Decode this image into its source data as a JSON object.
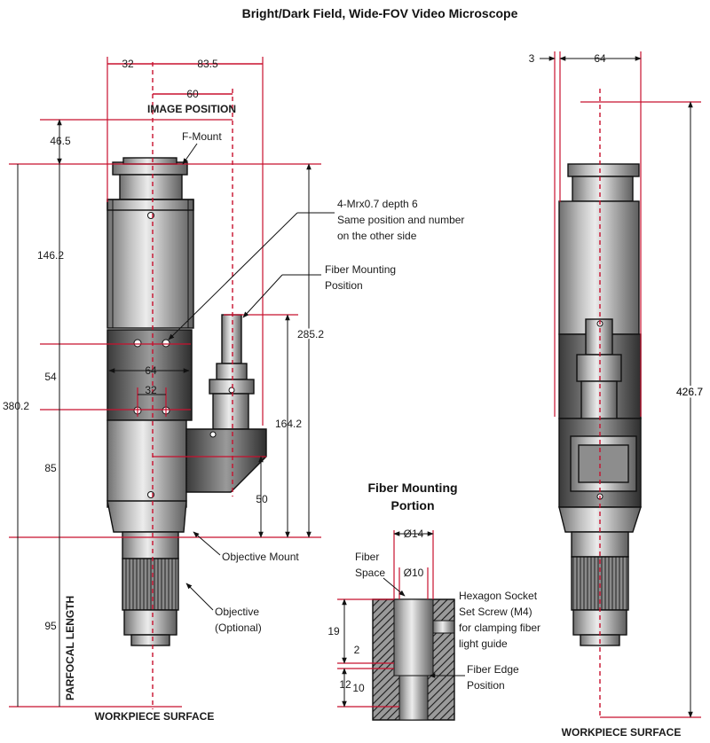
{
  "title": "Bright/Dark Field, Wide-FOV Video Microscope",
  "front_view": {
    "dims": {
      "d32": "32",
      "d83_5": "83.5",
      "d60": "60",
      "image_position": "IMAGE POSITION",
      "d46_5": "46.5",
      "d146_2": "146.2",
      "d54": "54",
      "d85": "85",
      "d95": "95",
      "d380_2": "380.2",
      "d285_2": "285.2",
      "d164_2": "164.2",
      "d50": "50",
      "d64": "64",
      "d32b": "32",
      "parfocal": "PARFOCAL LENGTH",
      "workpiece": "WORKPIECE SURFACE"
    },
    "callouts": {
      "fmount": "F-Mount",
      "mrx_1": "4-Mrx0.7 depth 6",
      "mrx_2": "Same position and number",
      "mrx_3": "on the other side",
      "fiber_mount_1": "Fiber Mounting",
      "fiber_mount_2": "Position",
      "objective_mount": "Objective Mount",
      "objective_1": "Objective",
      "objective_2": "(Optional)"
    }
  },
  "side_view": {
    "d3": "3",
    "d64": "64",
    "d426_7": "426.7",
    "workpiece": "WORKPIECE SURFACE"
  },
  "fiber_portion": {
    "title_1": "Fiber Mounting",
    "title_2": "Portion",
    "d14": "Ø14",
    "d10dia": "Ø10",
    "fiber_space_1": "Fiber",
    "fiber_space_2": "Space",
    "hex_1": "Hexagon Socket",
    "hex_2": "Set Screw (M4)",
    "hex_3": "for clamping fiber",
    "hex_4": "light guide",
    "edge_1": "Fiber Edge",
    "edge_2": "Position",
    "d19": "19",
    "d2": "2",
    "d12": "12",
    "d10": "10"
  }
}
